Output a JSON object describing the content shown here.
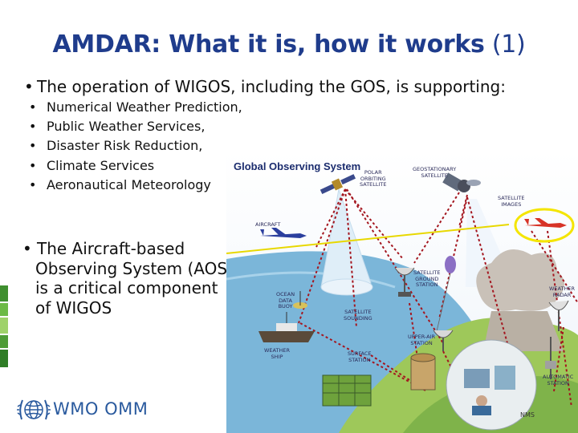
{
  "slide": {
    "title_bold": "AMDAR: What it is, how it works",
    "title_suffix": "(1)",
    "main_bullet": "The operation of WIGOS, including the GOS, is supporting:",
    "sub_bullets": [
      "Numerical Weather Prediction,",
      "Public Weather Services,",
      "Disaster Risk Reduction,",
      "Climate Services",
      "Aeronautical Meteorology"
    ],
    "aos_bullet_lines": [
      "The Aircraft-based",
      "Observing System (AOS)",
      "is a critical component",
      "of WIGOS"
    ],
    "logo_text": "WMO OMM"
  },
  "diagram": {
    "title": "Global Observing System",
    "labels": {
      "polar": [
        "POLAR",
        "ORBITING",
        "SATELLITE"
      ],
      "geo": [
        "GEOSTATIONARY",
        "SATELLITE"
      ],
      "satimg": [
        "SATELLITE",
        "IMAGES"
      ],
      "aircraft": [
        "AIRCRAFT"
      ],
      "ocean": [
        "OCEAN",
        "DATA",
        "BUOY"
      ],
      "ground": [
        "SATELLITE",
        "GROUND",
        "STATION"
      ],
      "radar": [
        "WEATHER",
        "RADAR"
      ],
      "sounding": [
        "SATELLITE",
        "SOUNDING"
      ],
      "upper": [
        "UPPER-AIR",
        "STATION"
      ],
      "ship": [
        "WEATHER",
        "SHIP"
      ],
      "surface": [
        "SURFACE",
        "STATION"
      ],
      "auto": [
        "AUTOMATIC",
        "STATION"
      ],
      "nms": [
        "NMS"
      ]
    }
  },
  "colors": {
    "title": "#1f3c8c",
    "green_bar": "#5aa93a",
    "logo": "#2a5a9e",
    "highlight": "#f4e500",
    "dotted_link": "#a4161f",
    "sea": "#7bb6d9",
    "land": "#9ec85a"
  }
}
